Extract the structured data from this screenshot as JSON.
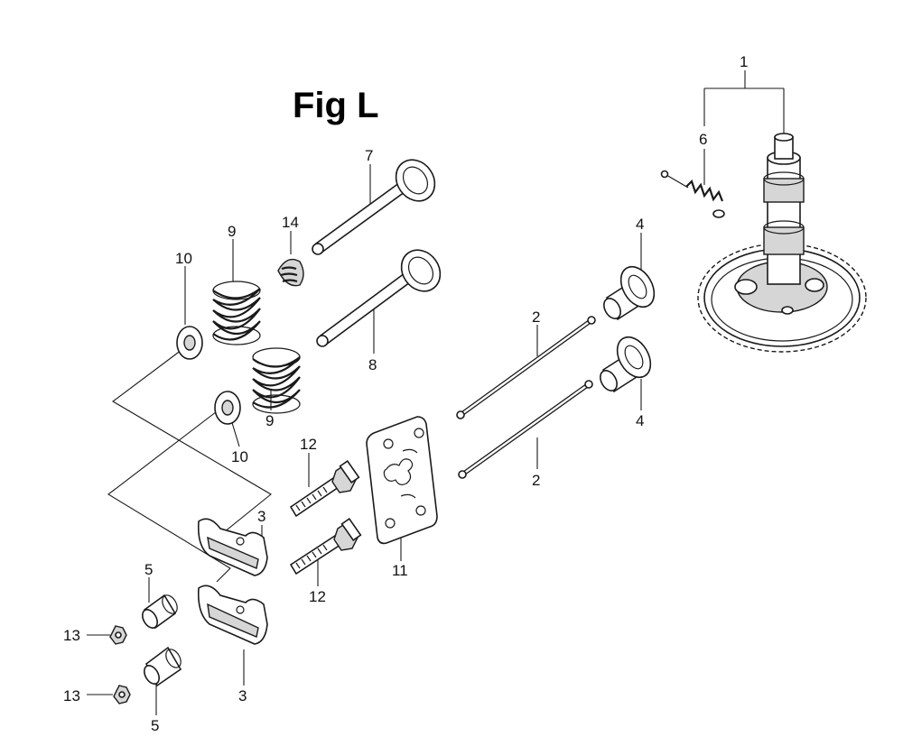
{
  "figure": {
    "title": "Fig L"
  },
  "callouts": [
    {
      "id": "c1",
      "label": "1"
    },
    {
      "id": "c6",
      "label": "6"
    },
    {
      "id": "c7",
      "label": "7"
    },
    {
      "id": "c14",
      "label": "14"
    },
    {
      "id": "c9a",
      "label": "9"
    },
    {
      "id": "c10a",
      "label": "10"
    },
    {
      "id": "c4a",
      "label": "4"
    },
    {
      "id": "c8",
      "label": "8"
    },
    {
      "id": "c2a",
      "label": "2"
    },
    {
      "id": "c9b",
      "label": "9"
    },
    {
      "id": "c10b",
      "label": "10"
    },
    {
      "id": "c4b",
      "label": "4"
    },
    {
      "id": "c12a",
      "label": "12"
    },
    {
      "id": "c2b",
      "label": "2"
    },
    {
      "id": "c3a",
      "label": "3"
    },
    {
      "id": "c5a",
      "label": "5"
    },
    {
      "id": "c11",
      "label": "11"
    },
    {
      "id": "c12b",
      "label": "12"
    },
    {
      "id": "c13a",
      "label": "13"
    },
    {
      "id": "c3b",
      "label": "3"
    },
    {
      "id": "c13b",
      "label": "13"
    },
    {
      "id": "c5b",
      "label": "5"
    }
  ]
}
